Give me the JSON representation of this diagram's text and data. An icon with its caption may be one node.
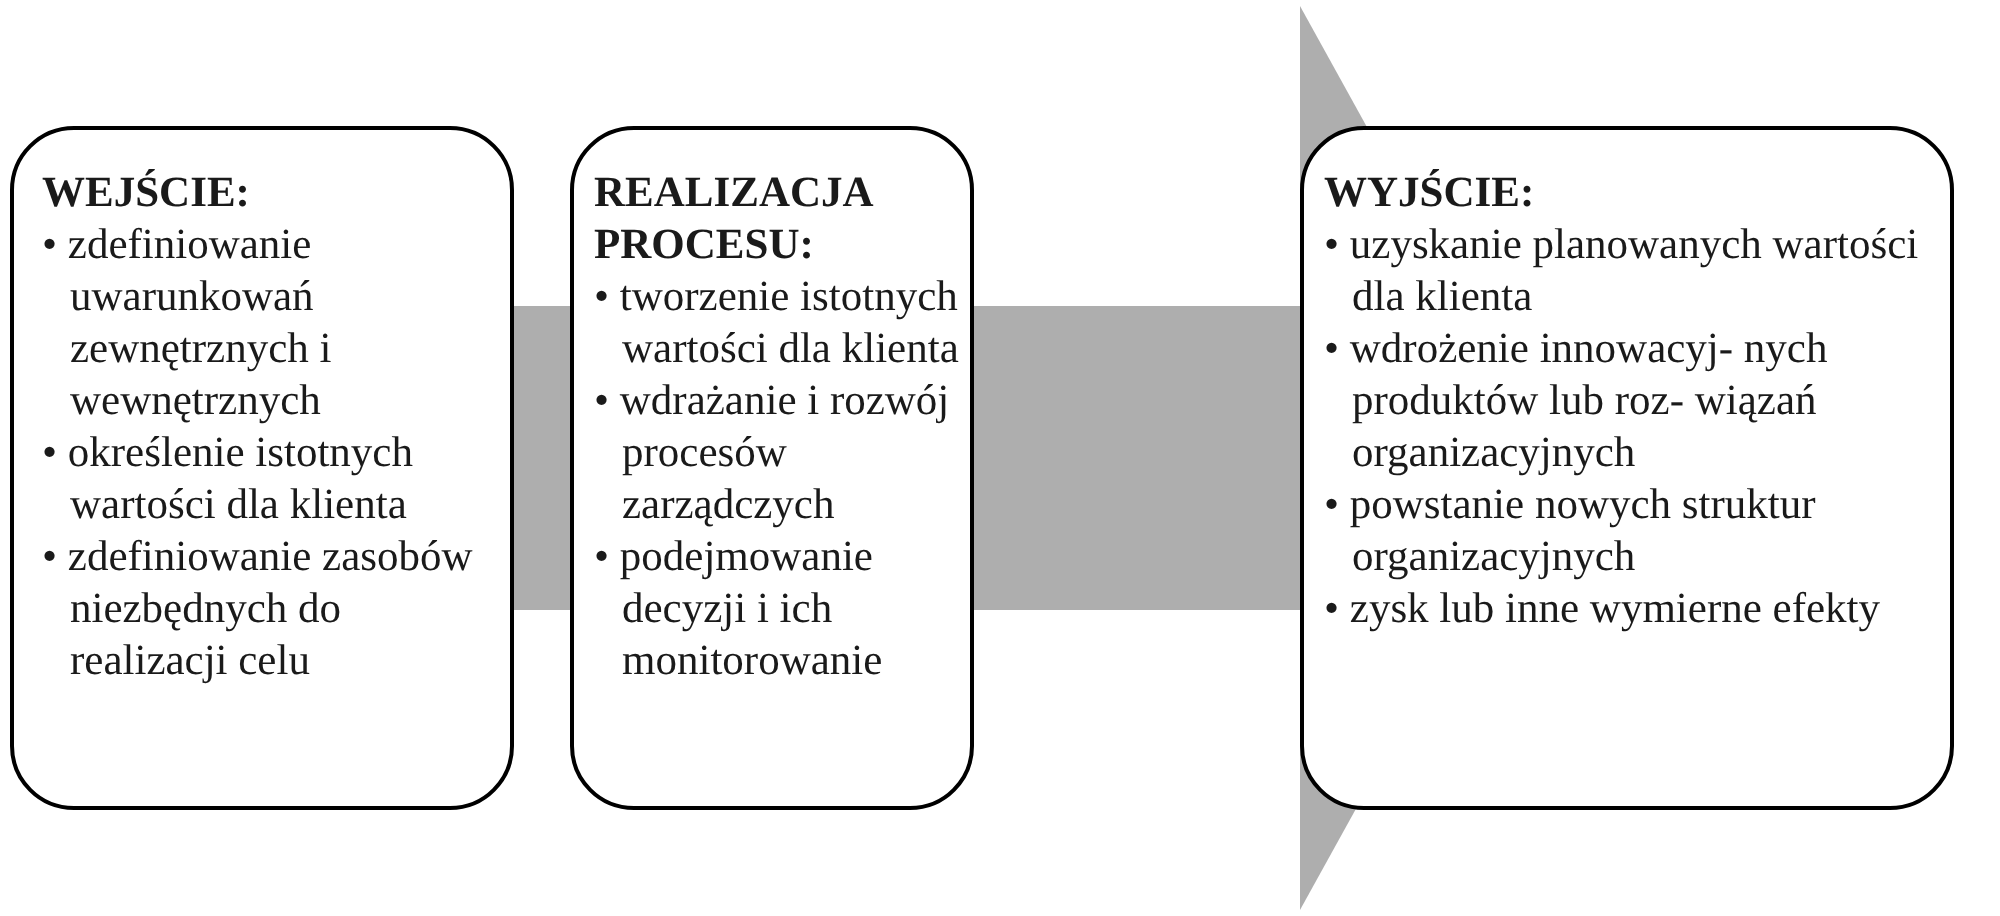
{
  "diagram": {
    "nodes": [
      {
        "text": [
          "WEJŚCIE:",
          "• zdefiniowanie uwarunkowań zewnętrznych i wewnętrznych",
          "• określenie istotnych wartości dla klienta",
          "• zdefiniowanie zasobów niezbędnych do realizacji celu"
        ]
      },
      {
        "text": [
          "REALIZACJA PROCESU:",
          "• tworzenie istotnych wartości dla klienta",
          "• wdrażanie i rozwój procesów zarządczych",
          "• podejmowanie decyzji i ich monitorowanie"
        ]
      },
      {
        "text": [
          "WYJŚCIE:",
          "• uzyskanie planowanych wartości dla klienta",
          "• wdrożenie innowacyj- nych produktów lub roz- wiązań organizacyjnych",
          "• powstanie nowych struktur organizacyjnych",
          "• zysk lub inne wymierne efekty"
        ]
      }
    ],
    "edges": [
      {
        "from": 0,
        "to": 1,
        "arrow": "none"
      },
      {
        "from": 1,
        "to": 2,
        "arrow": "to"
      }
    ]
  }
}
